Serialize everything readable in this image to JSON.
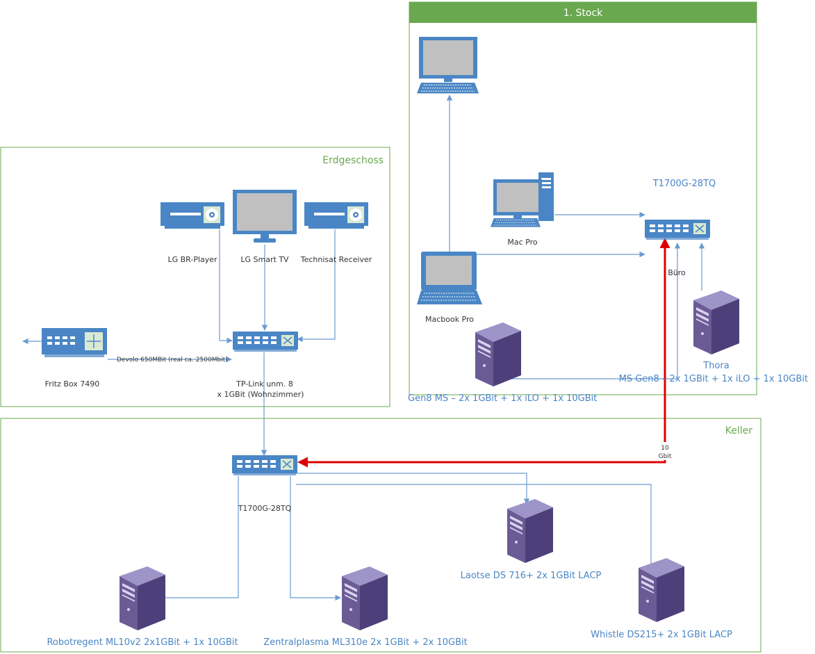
{
  "zones": {
    "first_floor": "1. Stock",
    "ground_floor": "Erdgeschoss",
    "basement": "Keller"
  },
  "devices": {
    "lg_br_player": "LG BR-Player",
    "lg_smart_tv": "LG Smart TV",
    "technisat_receiver": "Technisat Receiver",
    "fritz_box": "Fritz Box 7490",
    "tp_link_line1": "TP-Link unm. 8",
    "tp_link_line2": "x 1GBit (Wohnzimmer)",
    "mac_pro": "Mac Pro",
    "macbook_pro": "Macbook Pro",
    "switch_office_title": "T1700G-28TQ",
    "switch_office_room": "Büro",
    "thora": "Thora",
    "thora_spec": "MS Gen8 – 2x 1GBit  + 1x iLO + 1x 10GBit",
    "gen8_ms": "Gen8 MS  – 2x 1GBit + 1x iLO + 1x 10GBit",
    "switch_basement": "T1700G-28TQ",
    "laotse": "Laotse DS 716+ 2x 1GBit LACP",
    "whistle": "Whistle DS215+ 2x 1GBit LACP",
    "robotregent": "Robotregent ML10v2 2x1GBit + 1x 10GBit",
    "zentralplasma": "Zentralplasma ML310e 2x  1GBit + 2x 10GBit"
  },
  "links": {
    "devolo": "Devolo 650MBit (real ca. 2500Mbit)",
    "ten_gbit_line1": "10",
    "ten_gbit_line2": "Gbit"
  },
  "colors": {
    "zone_border": "#6aa84f",
    "header_fill": "#6aa84f",
    "device_blue": "#4a86c5",
    "server_purple": "#6b5b95",
    "link_blue": "#6a9bd1",
    "link_red": "#dd0000"
  }
}
